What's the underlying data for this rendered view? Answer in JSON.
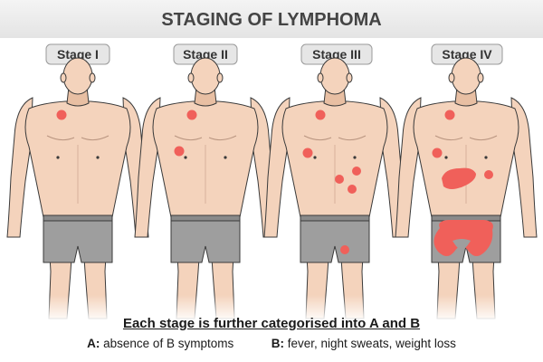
{
  "title": "STAGING OF LYMPHOMA",
  "stages": [
    {
      "label": "Stage I"
    },
    {
      "label": "Stage II"
    },
    {
      "label": "Stage III"
    },
    {
      "label": "Stage IV"
    }
  ],
  "caption": {
    "main": "Each stage is further categorised into A and B",
    "a_key": "A:",
    "a_text": "absence of B symptoms",
    "b_key": "B:",
    "b_text": "fever, night sweats, weight loss"
  },
  "colors": {
    "skin": "#f4d3bc",
    "skin_shade": "#e8bfa3",
    "outline": "#3a3a3a",
    "shorts": "#9e9e9e",
    "lesion": "#f0605a",
    "label_bg": "#e6e6e6",
    "header_bg": "#e9e9e9",
    "title_text": "#444444"
  }
}
